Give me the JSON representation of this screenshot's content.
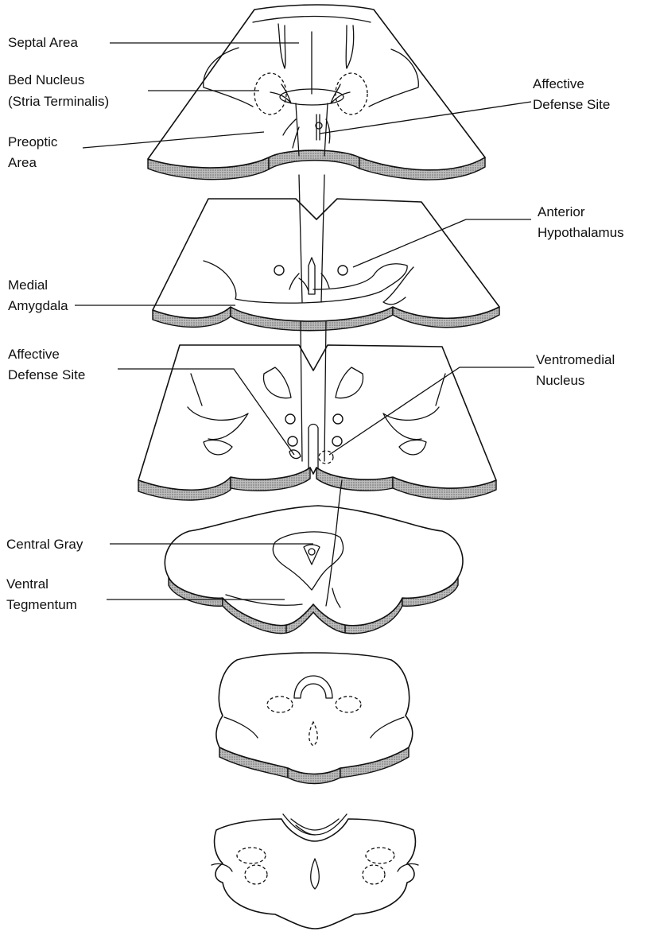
{
  "labels": {
    "septal_area": "Septal Area",
    "bed_nucleus_1": "Bed Nucleus",
    "bed_nucleus_2": "(Stria Terminalis)",
    "preoptic_1": "Preoptic",
    "preoptic_2": "Area",
    "affective_top_1": "Affective",
    "affective_top_2": "Defense Site",
    "anterior_hypo_1": "Anterior",
    "anterior_hypo_2": "Hypothalamus",
    "medial_amygdala_1": "Medial",
    "medial_amygdala_2": "Amygdala",
    "affective_mid_1": "Affective",
    "affective_mid_2": "Defense Site",
    "ventromedial_1": "Ventromedial",
    "ventromedial_2": "Nucleus",
    "central_gray": "Central Gray",
    "ventral_teg_1": "Ventral",
    "ventral_teg_2": "Tegmentum"
  }
}
